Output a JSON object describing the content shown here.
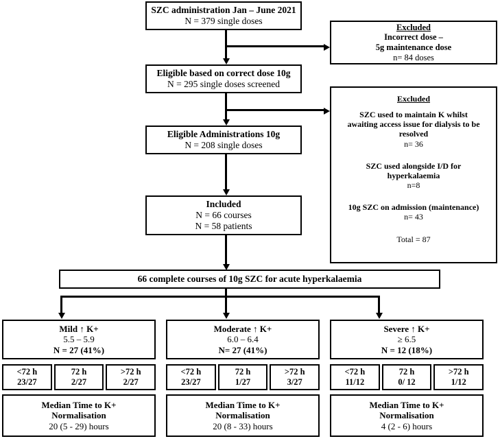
{
  "flow": {
    "top": {
      "line1": "SZC administration Jan – June 2021",
      "line2": "N = 379 single doses"
    },
    "eligible_dose": {
      "line1": "Eligible based on correct dose 10g",
      "line2": "N = 295 single doses screened"
    },
    "eligible_admin": {
      "line1": "Eligible Administrations 10g",
      "line2": "N = 208 single doses"
    },
    "included": {
      "line1": "Included",
      "line2": "N = 66 courses",
      "line3": "N = 58 patients"
    },
    "excluded_1": {
      "heading": "Excluded",
      "line1": "Incorrect dose –",
      "line2": "5g maintenance dose",
      "line3": "n= 84 doses"
    },
    "excluded_2": {
      "heading": "Excluded",
      "reason1_line1": "SZC used to maintain K whilst",
      "reason1_line2": "awaiting access issue for dialysis to be",
      "reason1_line3": "resolved",
      "reason1_count": "n= 36",
      "reason2_line1": "SZC used alongside I/D for",
      "reason2_line2": "hyperkalaemia",
      "reason2_count": "n=8",
      "reason3_line1": "10g SZC on admission (maintenance)",
      "reason3_count": "n= 43",
      "total": "Total = 87"
    },
    "courses": {
      "label": "66 complete courses of 10g SZC for acute hyperkalaemia"
    }
  },
  "groups": [
    {
      "key": "mild",
      "title": "Mild ↑ K+",
      "range": "5.5 – 5.9",
      "count": "N = 27 (41%)",
      "times": [
        {
          "label": "<72 h",
          "value": "23/27"
        },
        {
          "label": "72 h",
          "value": "2/27"
        },
        {
          "label": ">72 h",
          "value": "2/27"
        }
      ],
      "median": {
        "line1": "Median Time to K+",
        "line2": "Normalisation",
        "value": "20 (5 - 29) hours"
      }
    },
    {
      "key": "moderate",
      "title": "Moderate ↑ K+",
      "range": "6.0 – 6.4",
      "count": "N= 27 (41%)",
      "times": [
        {
          "label": "<72 h",
          "value": "23/27"
        },
        {
          "label": "72 h",
          "value": "1/27"
        },
        {
          "label": ">72 h",
          "value": "3/27"
        }
      ],
      "median": {
        "line1": "Median Time to K+",
        "line2": "Normalisation",
        "value": "20 (8 - 33) hours"
      }
    },
    {
      "key": "severe",
      "title": "Severe ↑ K+",
      "range": "≥ 6.5",
      "count": "N = 12 (18%)",
      "times": [
        {
          "label": "<72 h",
          "value": "11/12"
        },
        {
          "label": "72 h",
          "value": "0/ 12"
        },
        {
          "label": ">72 h",
          "value": "1/12"
        }
      ],
      "median": {
        "line1": "Median Time to K+",
        "line2": "Normalisation",
        "value": "4 (2 - 6) hours"
      }
    }
  ],
  "colors": {
    "stroke": "#000000",
    "background": "#ffffff"
  }
}
